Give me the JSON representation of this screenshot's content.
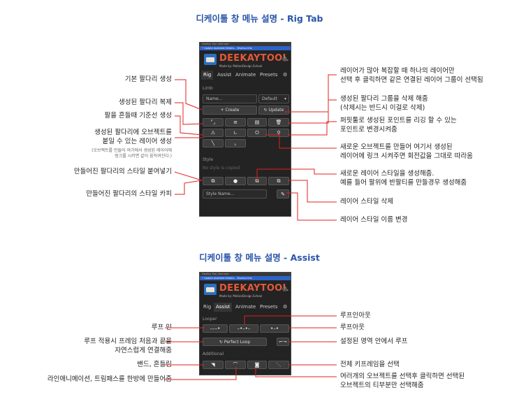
{
  "section1": {
    "title": "디케이툴 창 메뉴 설명 - Rig Tab",
    "panel": {
      "top_bar": "DeeKay Tool Alternate",
      "info_bar": "• Update Available   Details...   Dismiss this",
      "brand": "DEEKAYTOOL",
      "brand_sub": "Made by: MotionDesign.School",
      "help": "?",
      "tabs": [
        "Rig",
        "Assist",
        "Animate",
        "Presets"
      ],
      "limb_label": "Limb",
      "name_placeholder": "Name...",
      "default_select": "Default",
      "create_label": "Create",
      "update_label": "Update",
      "style_label": "Style",
      "no_style": "No style is copied",
      "style_name_placeholder": "Style Name..."
    },
    "left_labels": {
      "create_limb": "기본 팔다리 생성",
      "duplicate": "생성된 팔다리 복제",
      "baseline": "팔을 흔들때 기준선 생성",
      "attach_1": "생성된 팔다리에 오브젝트를",
      "attach_2": "붙일 수 있는 레이어 생성",
      "attach_note_1": "(오브젝트를 만들어 여기에서 생성된 레이어에",
      "attach_note_2": "링크를 시키면 같이 움직여진다.)",
      "paste_style": "만들어진 팔다리의 스타일 붙여넣기",
      "copy_style": "만들어진 팔다리의 스타일 카피"
    },
    "right_labels": {
      "update_1": "레이어가 많아 복잡할 때 하나의 레이어만",
      "update_2": "선택 후 클릭하면 같은 연결된 레이어 그룹이 선택됨",
      "delete_1": "생성된 팔다리 그룹을 삭제 해줌",
      "delete_2": "(삭제시는 반드시 이걸로 삭제)",
      "pin_1": "퍼핏툴로 생성된 포인트를 리깅 할 수 있는",
      "pin_2": "포인트로 변경시켜줌",
      "rotate_1": "새로운 오브젝트를 만들어 여기서 생성된",
      "rotate_2": "레이어에 링크 시켜주면 회전값을 그대로 따라옴",
      "new_style_1": "새로운 레이어 스타일을 생성해줌.",
      "new_style_2": "예를 들어 팔위에 반팔티를 만들경우 생성해줌",
      "delete_style": "레이어 스타일 삭제",
      "rename_style": "레이어 스타일 이름 변경"
    }
  },
  "section2": {
    "title": "디케이툴 창 메뉴 설명 - Assist",
    "panel": {
      "top_bar": "DeeKay Tool Alternate",
      "info_bar": "• Update Available   Details...   Dismiss this",
      "brand": "DEEKAYTOOL",
      "brand_sub": "Made by: MotionDesign.School",
      "help": "?",
      "tabs": [
        "Rig",
        "Assist",
        "Animate",
        "Presets"
      ],
      "looper_label": "Looper",
      "perfect_loop": "Perfect Loop",
      "additional_label": "Additional"
    },
    "left_labels": {
      "loop_in": "루프 인",
      "perfect_1": "루프 적용시 프레임 처음과 끝을",
      "perfect_2": "자연스럽게 연결해줌",
      "bend": "밴드, 흔들림",
      "trimpath": "라인애니메이션, 트림패스를 한방에 만들어줌"
    },
    "right_labels": {
      "loop_inout": "루프인아웃",
      "loop_out": "루프아웃",
      "range_loop": "설정된 영역 안에서 루프",
      "select_keys": "전체 키프레임을 선택",
      "multi_1": "여러개의 오브젝트를 선택후 클릭하면 선택된",
      "multi_2": "오브젝트의 티부분만 선택해줌"
    }
  },
  "colors": {
    "title": "#2a55a8",
    "leader": "#e02020",
    "panel_bg": "#232323",
    "accent_blue": "#2d63c8",
    "brand": "#e25a3a"
  }
}
